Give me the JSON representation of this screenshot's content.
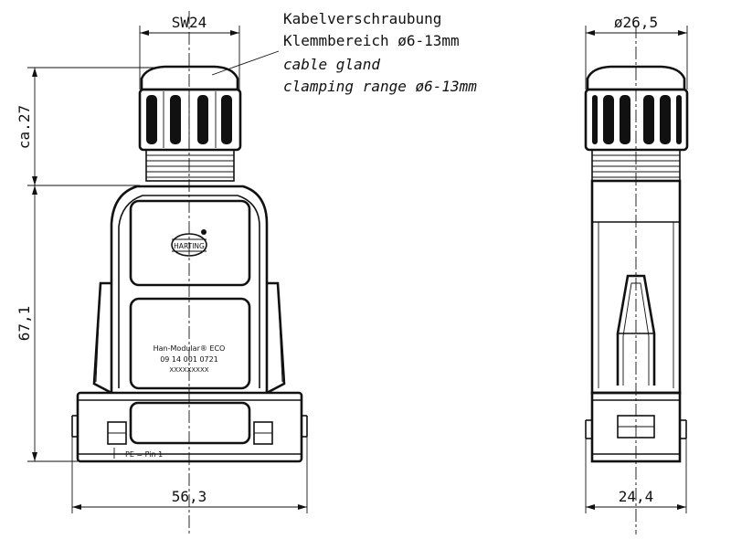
{
  "dimensions": {
    "sw": "SW24",
    "height_gland": "ca.27",
    "height_body": "67,1",
    "width_front": "56,3",
    "diameter_side": "ø26,5",
    "width_side": "24,4"
  },
  "gland_note": {
    "line1": "Kabelverschraubung",
    "line2": "Klemmbereich ø6-13mm",
    "line3": "cable gland",
    "line4": "clamping range ø6-13mm"
  },
  "labels": {
    "brand": "HARTING",
    "product_line": "Han-Modular® ECO",
    "part_number": "09 14 001 0721",
    "serial_placeholder": "XXXXXXXXX",
    "pe_label": "PE = Pin 1"
  }
}
